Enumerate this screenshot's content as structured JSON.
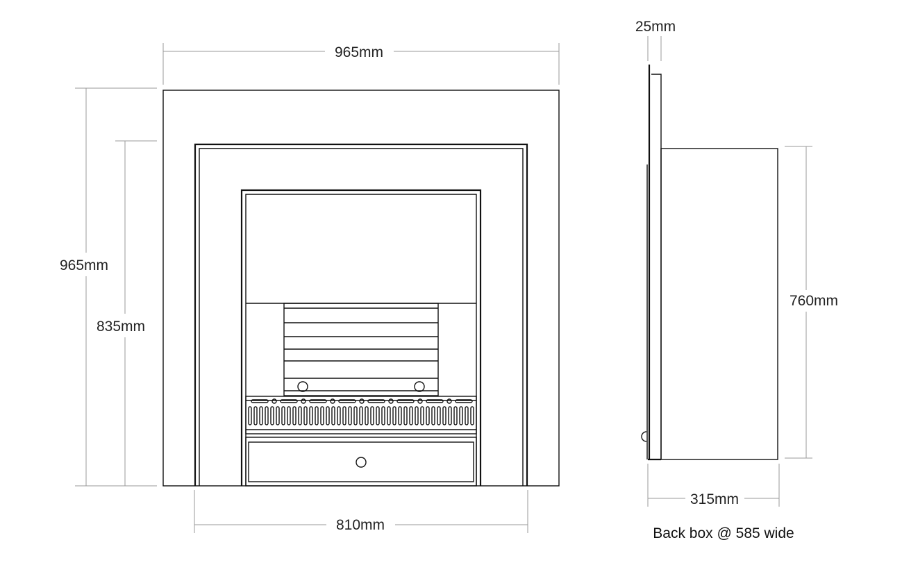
{
  "dimensions": {
    "front_outer_width": "965mm",
    "front_outer_height": "965mm",
    "inner_frame_height": "835mm",
    "inner_frame_width": "810mm",
    "side_plate_depth": "25mm",
    "back_box_height": "760mm",
    "back_box_depth": "315mm"
  },
  "note": "Back box @ 585 wide"
}
